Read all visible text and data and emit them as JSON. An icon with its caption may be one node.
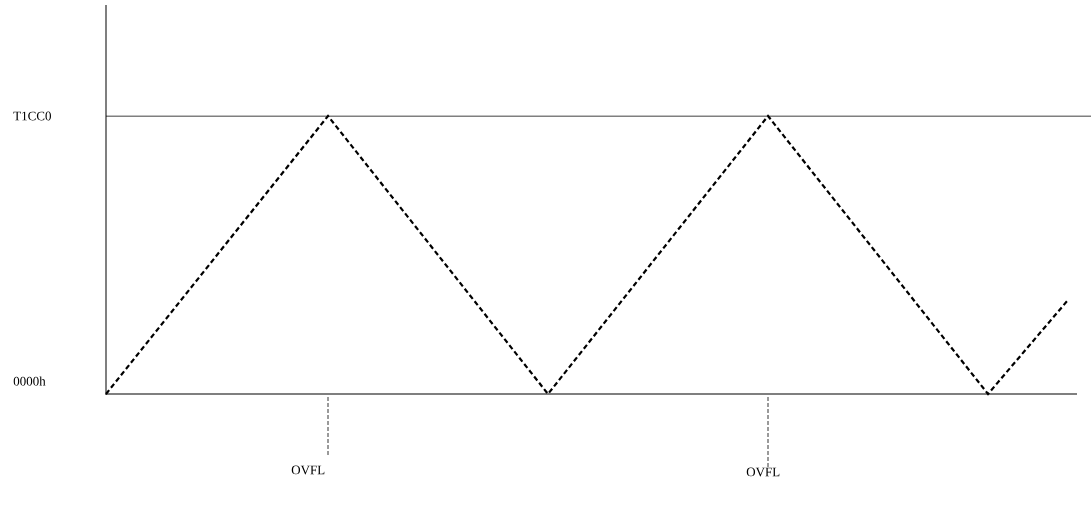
{
  "diagram": {
    "labels": [
      "T1CC0",
      "0000h",
      "OVFL",
      "OVFL"
    ]
  }
}
